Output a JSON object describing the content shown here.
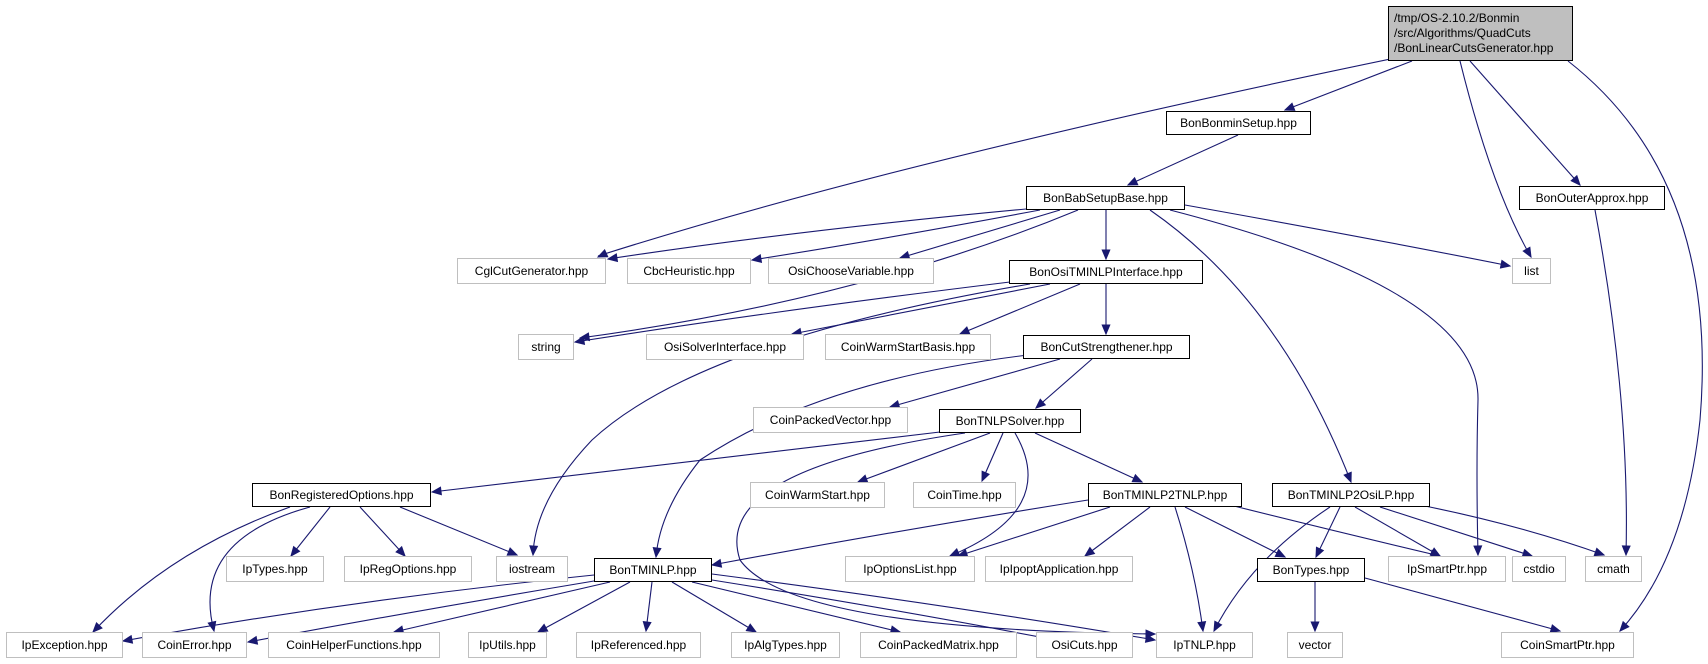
{
  "root": {
    "lines": [
      "/tmp/OS-2.10.2/Bonmin",
      "/src/Algorithms/QuadCuts",
      "/BonLinearCutsGenerator.hpp"
    ]
  },
  "nodes": {
    "setup": "BonBonminSetup.hpp",
    "outer": "BonOuterApprox.hpp",
    "bab": "BonBabSetupBase.hpp",
    "cglcut": "CglCutGenerator.hpp",
    "cbcheur": "CbcHeuristic.hpp",
    "osichoose": "OsiChooseVariable.hpp",
    "ositminlp": "BonOsiTMINLPInterface.hpp",
    "list": "list",
    "string": "string",
    "osisolver": "OsiSolverInterface.hpp",
    "coinwsb": "CoinWarmStartBasis.hpp",
    "cutstr": "BonCutStrengthener.hpp",
    "coinpv": "CoinPackedVector.hpp",
    "tnlpsolver": "BonTNLPSolver.hpp",
    "regopts": "BonRegisteredOptions.hpp",
    "coinws": "CoinWarmStart.hpp",
    "cointime": "CoinTime.hpp",
    "t2tnlp": "BonTMINLP2TNLP.hpp",
    "t2osilp": "BonTMINLP2OsiLP.hpp",
    "iptypes": "IpTypes.hpp",
    "ipregopts": "IpRegOptions.hpp",
    "iostream": "iostream",
    "tminlp": "BonTMINLP.hpp",
    "ipoptslist": "IpOptionsList.hpp",
    "ipoptapp": "IpIpoptApplication.hpp",
    "bontypes": "BonTypes.hpp",
    "ipsmart": "IpSmartPtr.hpp",
    "cstdio": "cstdio",
    "cmath": "cmath",
    "ipexc": "IpException.hpp",
    "coinerr": "CoinError.hpp",
    "coinhelp": "CoinHelperFunctions.hpp",
    "iputils": "IpUtils.hpp",
    "ipref": "IpReferenced.hpp",
    "ipalg": "IpAlgTypes.hpp",
    "coinpm": "CoinPackedMatrix.hpp",
    "osicuts": "OsiCuts.hpp",
    "iptnlp": "IpTNLP.hpp",
    "vector": "vector",
    "coinsmart": "CoinSmartPtr.hpp"
  },
  "colors": {
    "edge": "#191970",
    "root_fill": "#bfbfbf",
    "internal_border": "#000000",
    "external_border": "#bfbfbf"
  }
}
